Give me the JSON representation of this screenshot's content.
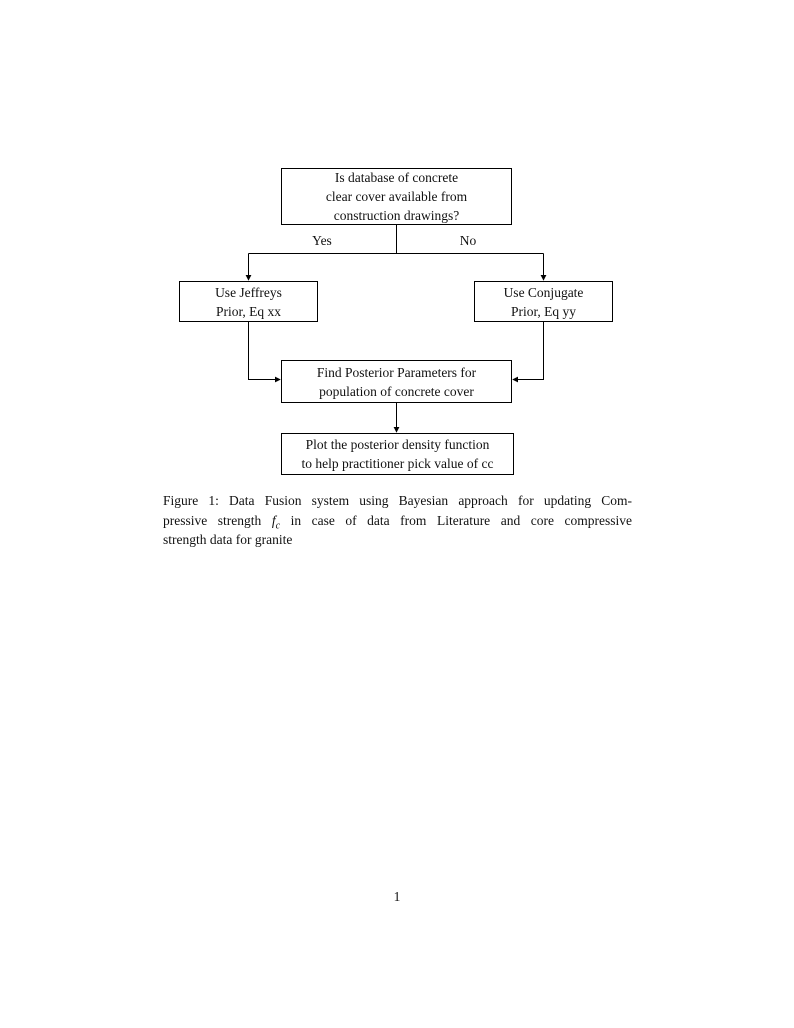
{
  "page": {
    "number": "1"
  },
  "flowchart": {
    "nodes": {
      "question": {
        "lines": [
          "Is database of concrete",
          "clear cover available from",
          "construction drawings?"
        ]
      },
      "jeffreys": {
        "lines": [
          "Use Jeffreys",
          "Prior, Eq xx"
        ]
      },
      "conjugate": {
        "lines": [
          "Use Conjugate",
          "Prior, Eq yy"
        ]
      },
      "posterior": {
        "lines": [
          "Find Posterior Parameters for",
          "population of concrete cover"
        ]
      },
      "plot": {
        "lines": [
          "Plot the posterior density function",
          "to help practitioner pick value of cc"
        ]
      }
    },
    "edge_labels": {
      "yes": "Yes",
      "no": "No"
    }
  },
  "caption": {
    "line1": "Figure 1: Data Fusion system using Bayesian approach for updating Com-",
    "line2_pre": "pressive strength ",
    "math_var": "f",
    "math_sub": "c",
    "line2_post": " in case of data from Literature and core compressive",
    "line3": "strength data for granite"
  },
  "colors": {
    "line": "#000000",
    "text": "#111111",
    "background": "#ffffff"
  }
}
